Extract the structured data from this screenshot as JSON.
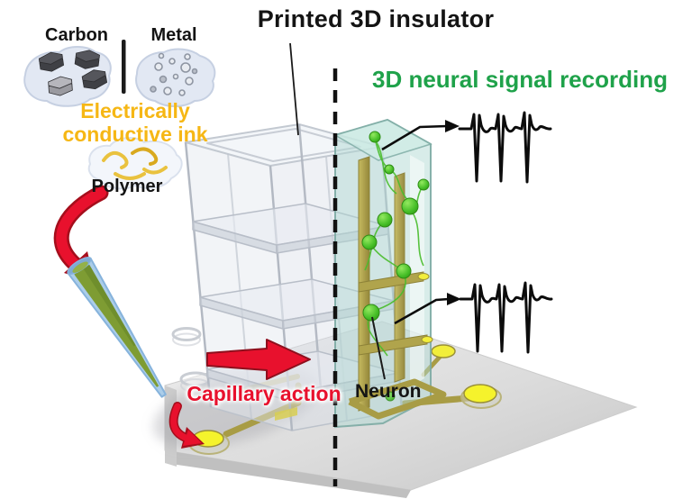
{
  "title": "Printed 3D insulator",
  "ink_panel": {
    "carbon": "Carbon",
    "metal": "Metal",
    "ink_line1": "Electrically",
    "ink_line2": "conductive ink",
    "polymer": "Polymer"
  },
  "annotations": {
    "recording": "3D neural signal recording",
    "capillary": "Capillary action",
    "neuron": "Neuron"
  },
  "waveforms": {
    "count": 2,
    "spikes_per_trace": 3,
    "style": "extracellular spikes, sharp negative deflections"
  },
  "colors": {
    "title_text": "#141414",
    "ink_text": "#F6B715",
    "recording_text": "#1FA24A",
    "capillary_text": "#E8112D",
    "arrow_red": "#E8112D",
    "neuron_green": "#45BE27",
    "electrode_gold": "#A89C45",
    "pad_yellow": "#F5F32C",
    "chamber_teal": "#ADD8D0",
    "pipette_blue": "#ABCDE9",
    "pipette_ink": "#7E9C33",
    "substrate_gray": "#D9D9D9"
  }
}
